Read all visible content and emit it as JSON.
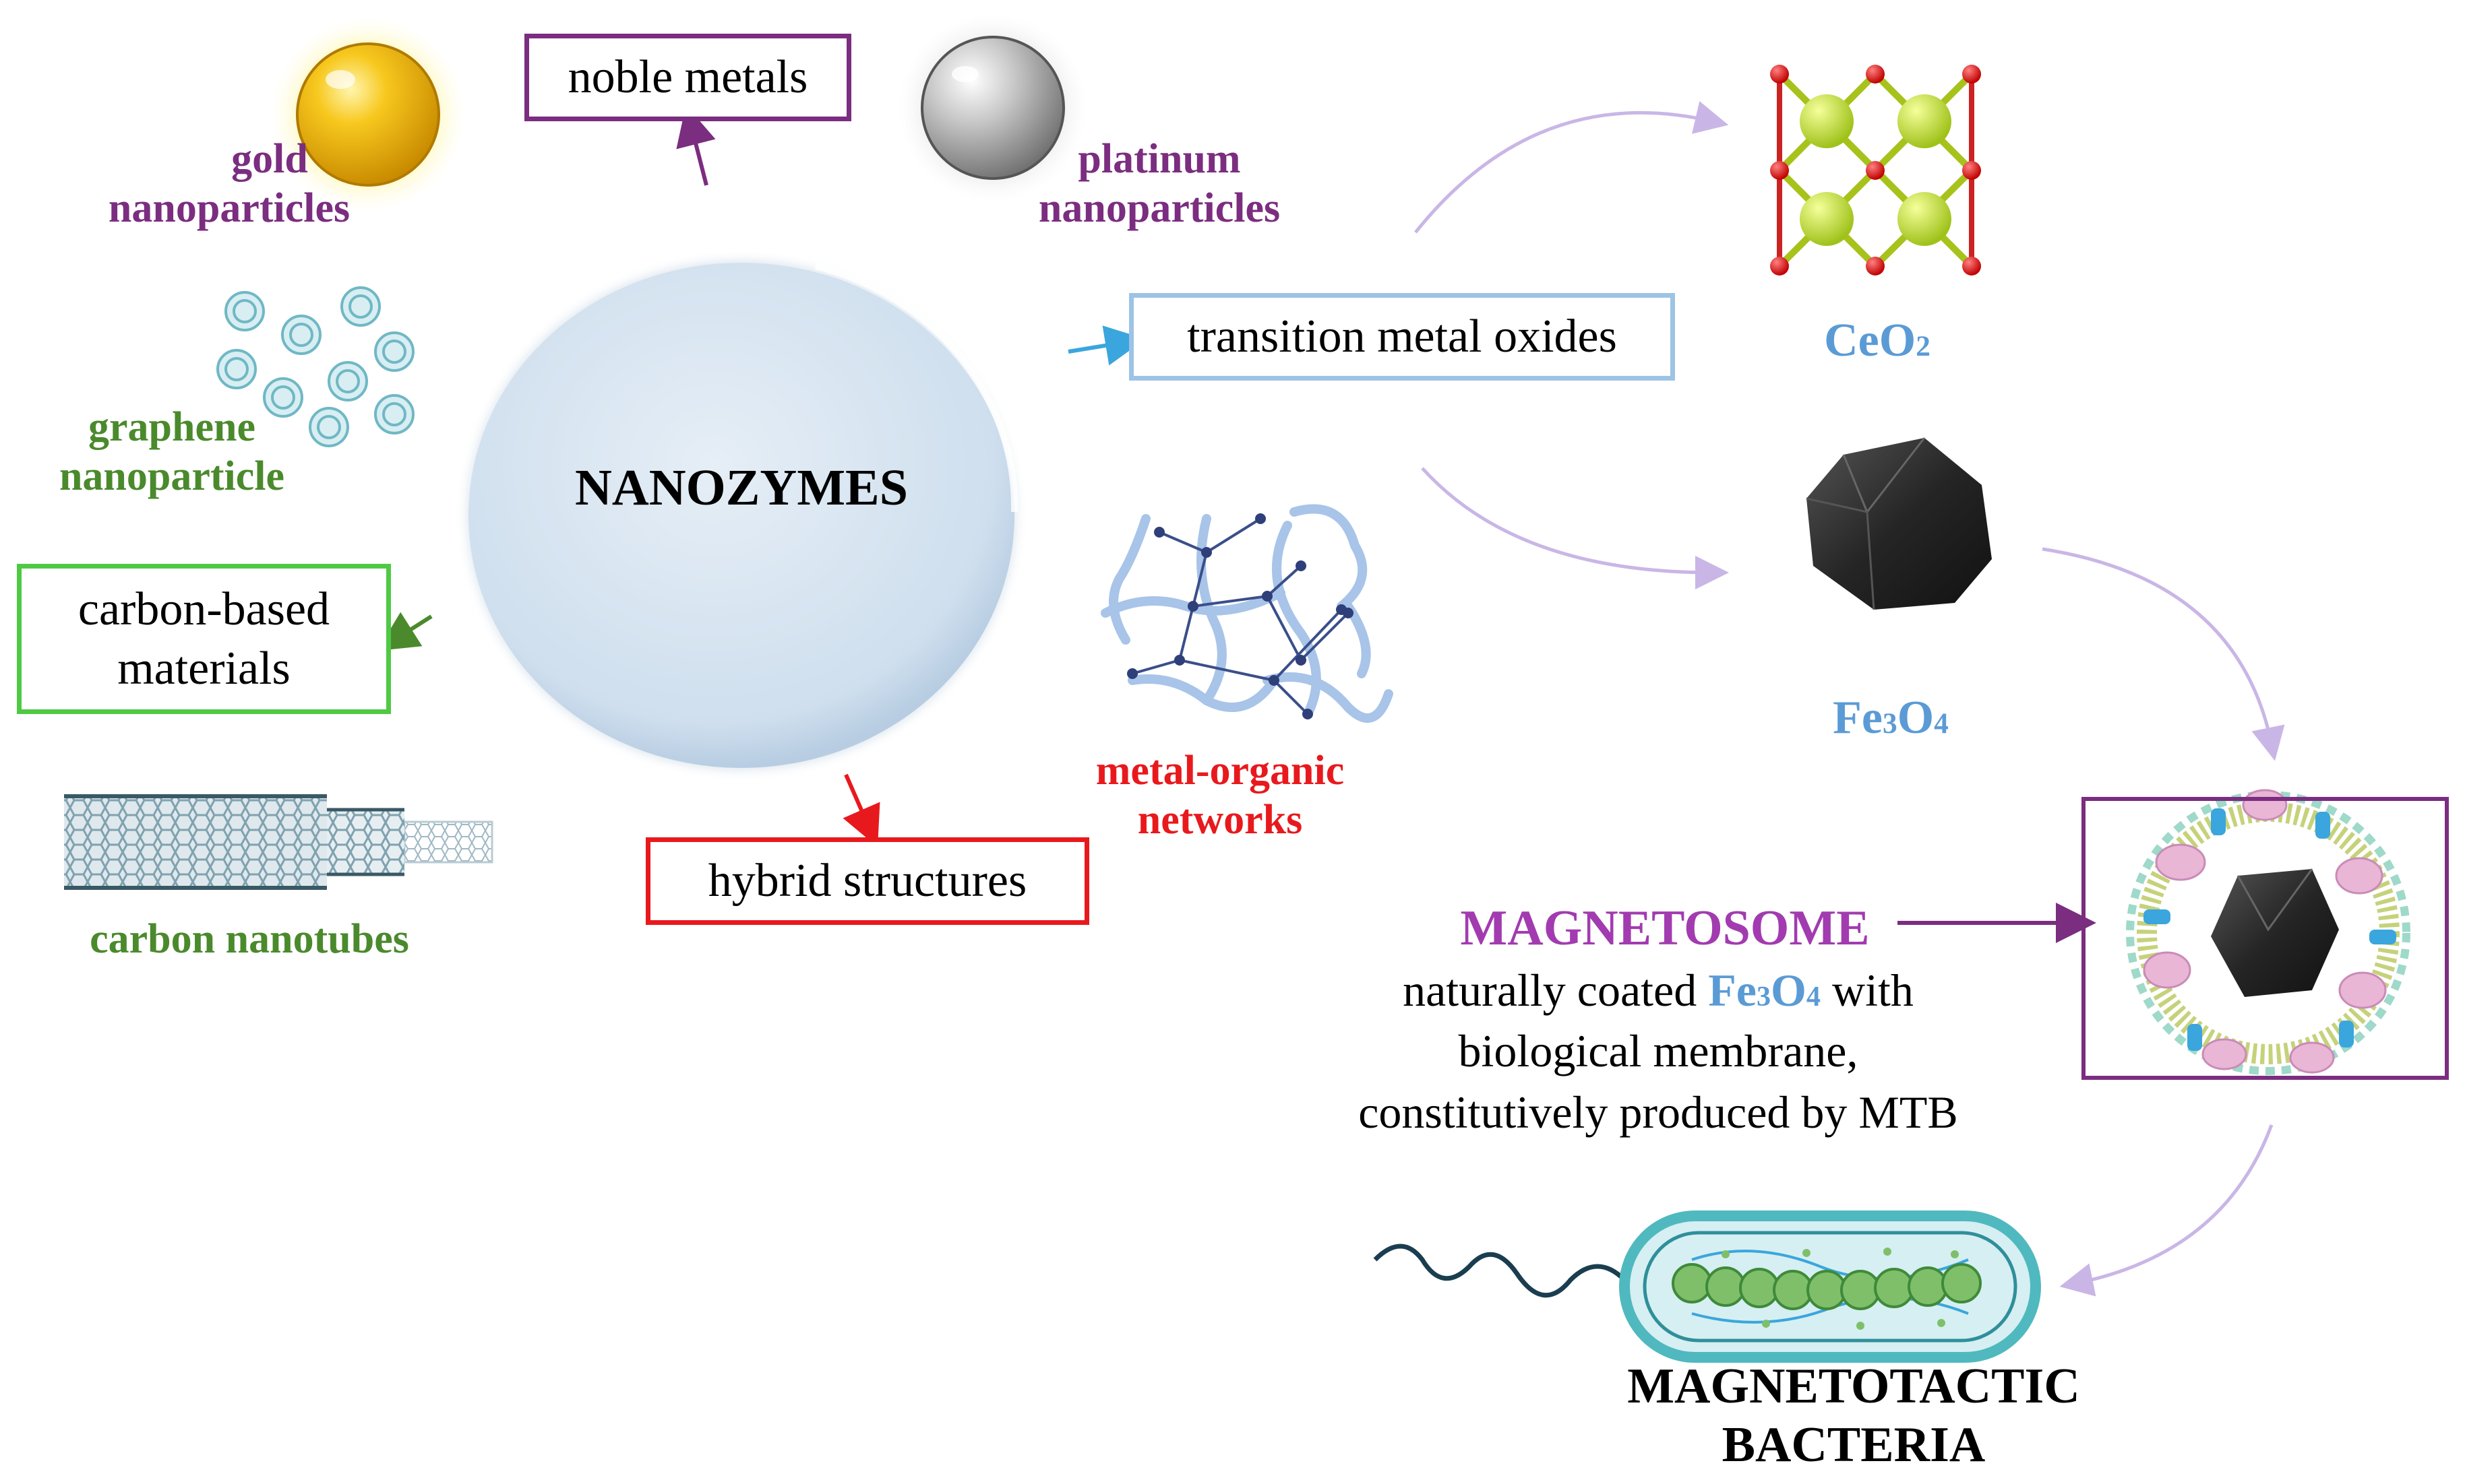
{
  "center": {
    "title": "NANOZYMES"
  },
  "categories": {
    "noble_metals": "noble metals",
    "transition_metal_oxides": "transition metal oxides",
    "carbon_based": [
      "carbon-based",
      "materials"
    ],
    "hybrid_structures": "hybrid structures"
  },
  "particles": {
    "gold": [
      "gold",
      "nanoparticles"
    ],
    "platinum": [
      "platinum",
      "nanoparticles"
    ],
    "graphene": [
      "graphene",
      "nanoparticle"
    ],
    "carbon_nanotubes": "carbon nanotubes",
    "metal_organic": [
      "metal-organic",
      "networks"
    ]
  },
  "oxides": {
    "ceo2": {
      "base": "CeO",
      "sub": "2"
    },
    "fe3o4": {
      "a": "Fe",
      "s1": "3",
      "b": "O",
      "s2": "4"
    }
  },
  "magnetosome": {
    "title": "MAGNETOSOME",
    "line1_pre": "naturally coated ",
    "line1_fe": "Fe",
    "line1_s1": "3",
    "line1_o": "O",
    "line1_s2": "4",
    "line1_post": " with",
    "line2": "biological membrane,",
    "line3": "constitutively produced by MTB"
  },
  "bacteria": [
    "MAGNETOTACTIC",
    "BACTERIA"
  ],
  "colors": {
    "purple": "#7b2d80",
    "green": "#4a8a2c",
    "red": "#e8191d",
    "blue": "#5b9bd5",
    "box_green": "#4fc944",
    "box_blue": "#9dc3e6",
    "magnetosome_pink": "#a23bb0"
  }
}
